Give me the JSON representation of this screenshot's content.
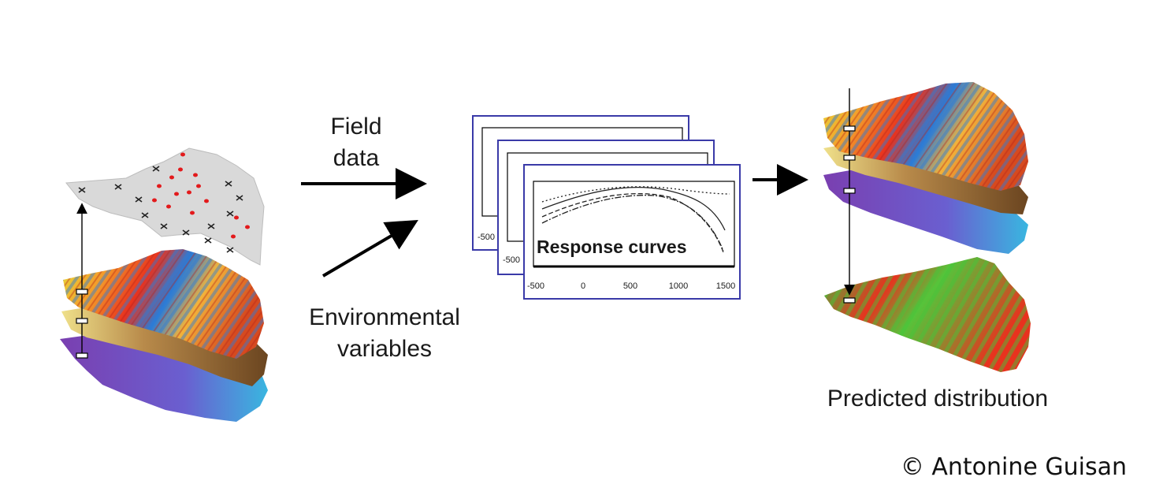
{
  "labels": {
    "field_data_line1": "Field",
    "field_data_line2": "data",
    "env_line1": "Environmental",
    "env_line2": "variables",
    "response_curves": "Response curves",
    "predicted": "Predicted distribution",
    "credit": "© Antonine Guisan"
  },
  "response_axis": {
    "front_ticks": [
      "-500",
      "0",
      "500",
      "1000",
      "1500"
    ],
    "back_tick_1": "-500",
    "back_tick_2": "-500"
  },
  "colors": {
    "arrow": "#000000",
    "panel_border": "#3a3aa8",
    "map_grey": "#d9d9d9",
    "presence_dot": "#e31a1c",
    "absence_cross": "#222222",
    "layer_purple": "#8a4fb8",
    "layer_yellow": "#e8e23a",
    "layer_brown": "#a0703a",
    "layer_red": "#e8321e",
    "layer_green": "#3fbf3f",
    "layer_blue": "#2b7bd6"
  },
  "icons": {
    "arrow_field": "arrow-right-icon",
    "arrow_env": "arrow-diagonal-icon",
    "arrow_predict": "arrow-right-icon"
  }
}
